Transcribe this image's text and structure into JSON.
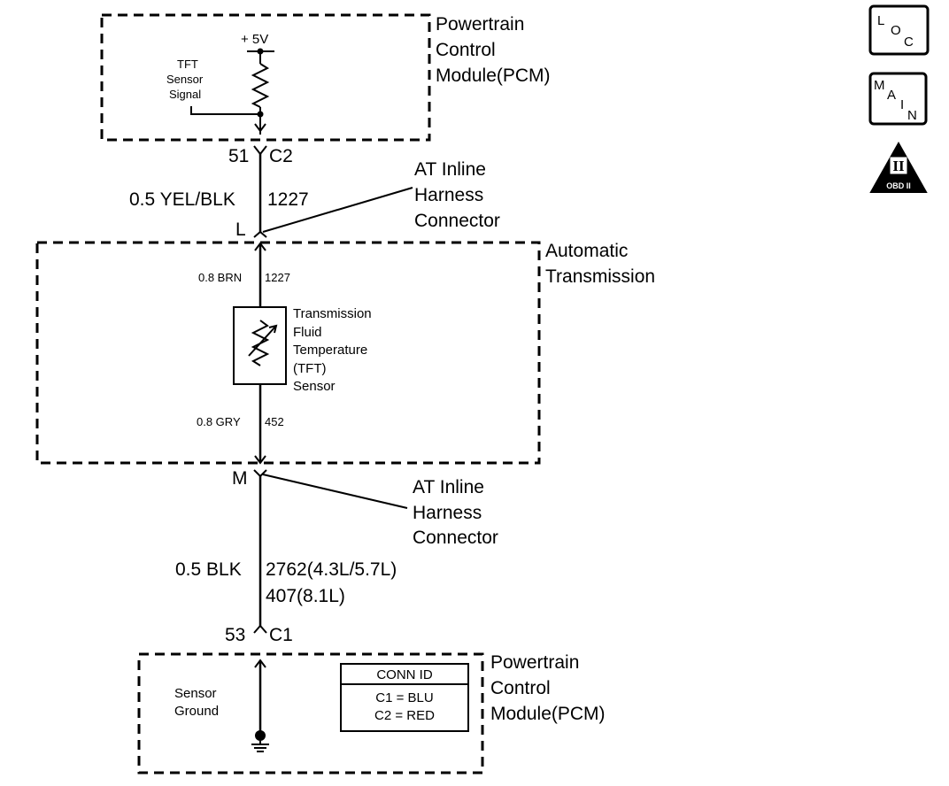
{
  "pcm_top": {
    "title": [
      "Powertrain",
      "Control",
      "Module(PCM)"
    ],
    "supply": "+ 5V",
    "signal": [
      "TFT",
      "Sensor",
      "Signal"
    ]
  },
  "connector_c2": {
    "pin": "51",
    "name": "C2"
  },
  "wire_top": {
    "gauge_color": "0.5 YEL/BLK",
    "circuit": "1227"
  },
  "inline_top": {
    "pin": "L",
    "label": [
      "AT Inline",
      "Harness",
      "Connector"
    ]
  },
  "transmission": {
    "title": [
      "Automatic",
      "Transmission"
    ],
    "wire_upper": {
      "gauge_color": "0.8 BRN",
      "circuit": "1227"
    },
    "sensor": [
      "Transmission",
      "Fluid",
      "Temperature",
      "(TFT)",
      "Sensor"
    ],
    "wire_lower": {
      "gauge_color": "0.8 GRY",
      "circuit": "452"
    }
  },
  "inline_bottom": {
    "pin": "M",
    "label": [
      "AT Inline",
      "Harness",
      "Connector"
    ]
  },
  "wire_bottom": {
    "gauge_color": "0.5 BLK",
    "circuit": [
      "2762(4.3L/5.7L)",
      "407(8.1L)"
    ]
  },
  "connector_c1": {
    "pin": "53",
    "name": "C1"
  },
  "pcm_bottom": {
    "title": [
      "Powertrain",
      "Control",
      "Module(PCM)"
    ],
    "ground": [
      "Sensor",
      "Ground"
    ],
    "conn_id": {
      "header": "CONN ID",
      "rows": [
        "C1 = BLU",
        "C2 = RED"
      ]
    }
  },
  "icons": {
    "loc": [
      "L",
      "O",
      "C"
    ],
    "main": [
      "M",
      "A",
      "I",
      "N"
    ],
    "obd": {
      "numeral": "II",
      "label": "OBD II"
    }
  }
}
